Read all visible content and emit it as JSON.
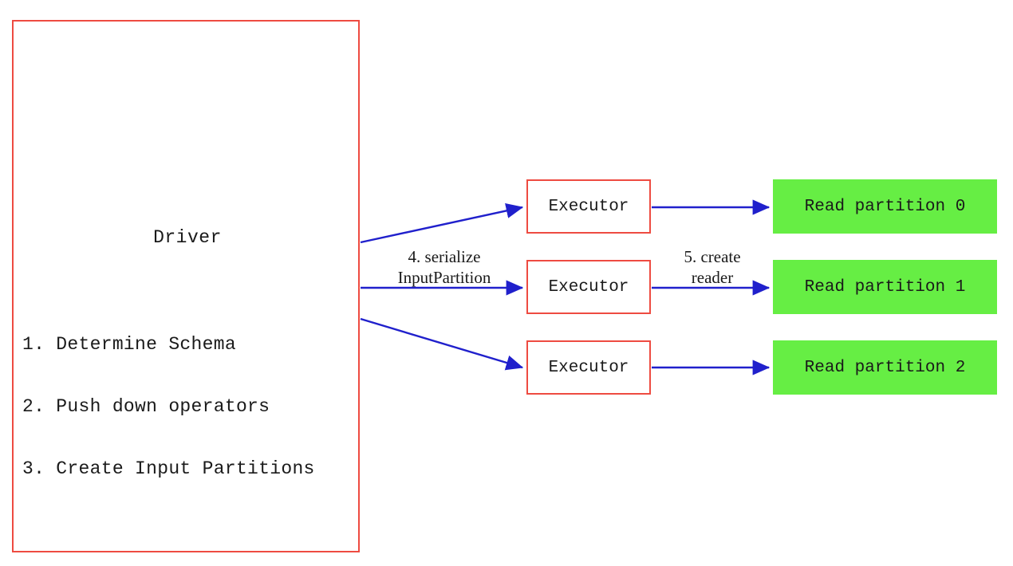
{
  "diagram": {
    "driver": {
      "title": "Driver",
      "steps": [
        "1. Determine Schema",
        "2. Push down operators",
        "3. Create Input Partitions"
      ],
      "border_color": "#ee4b41"
    },
    "executors": [
      {
        "label": "Executor"
      },
      {
        "label": "Executor"
      },
      {
        "label": "Executor"
      }
    ],
    "partitions": [
      {
        "label": "Read partition 0"
      },
      {
        "label": "Read partition 1"
      },
      {
        "label": "Read partition 2"
      }
    ],
    "edge_labels": {
      "serialize_line1": "4. serialize",
      "serialize_line2": "InputPartition",
      "create_line1": "5. create",
      "create_line2": "reader"
    },
    "colors": {
      "box_border_red": "#ee4b41",
      "partition_green": "#66ee44",
      "arrow_blue": "#2020cc",
      "text": "#1a1a1a",
      "background": "#ffffff"
    }
  }
}
